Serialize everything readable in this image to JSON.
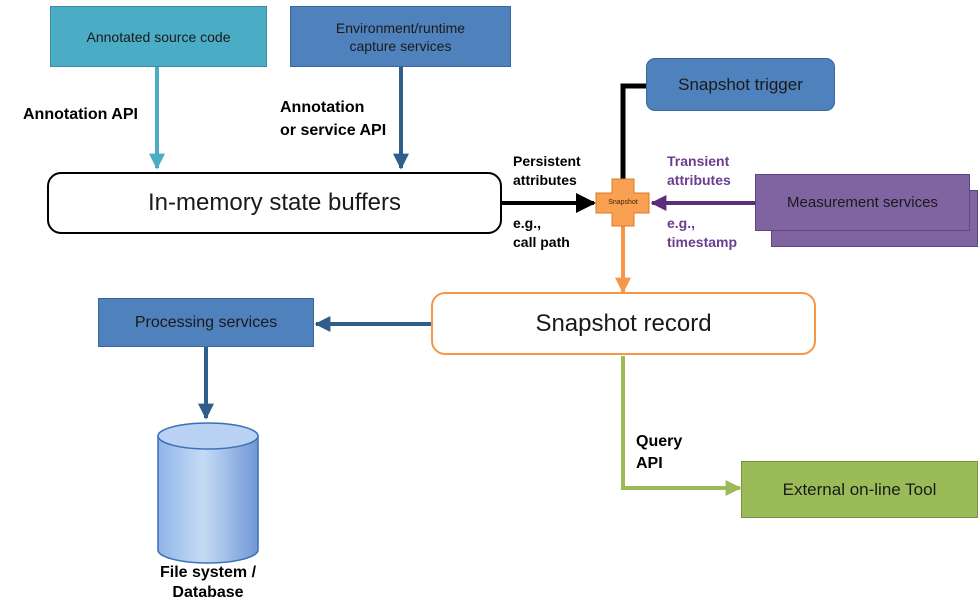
{
  "nodes": {
    "annotated_source": "Annotated source code",
    "env_runtime": "Environment/runtime\ncapture services",
    "snapshot_trigger": "Snapshot trigger",
    "state_buffers": "In-memory state buffers",
    "snapshot_hub": "Snapshot",
    "measurement": "Measurement services",
    "snapshot_record": "Snapshot record",
    "processing": "Processing services",
    "file_system": "File system /\nDatabase",
    "external_tool": "External on-line Tool"
  },
  "edges": {
    "annotation_api": "Annotation API",
    "annotation_service_api": "Annotation\nor service API",
    "persistent_attributes": "Persistent\nattributes",
    "persistent_example": "e.g.,\ncall path",
    "transient_attributes": "Transient\nattributes",
    "transient_example": "e.g.,\ntimestamp",
    "query_api": "Query\nAPI"
  },
  "colors": {
    "cyan_box": "#4bacc6",
    "blue_box": "#4f81bd",
    "purple_box": "#8064a2",
    "green_box": "#9bbb59",
    "orange": "#f79646",
    "purple_text": "#6b3d8f"
  }
}
